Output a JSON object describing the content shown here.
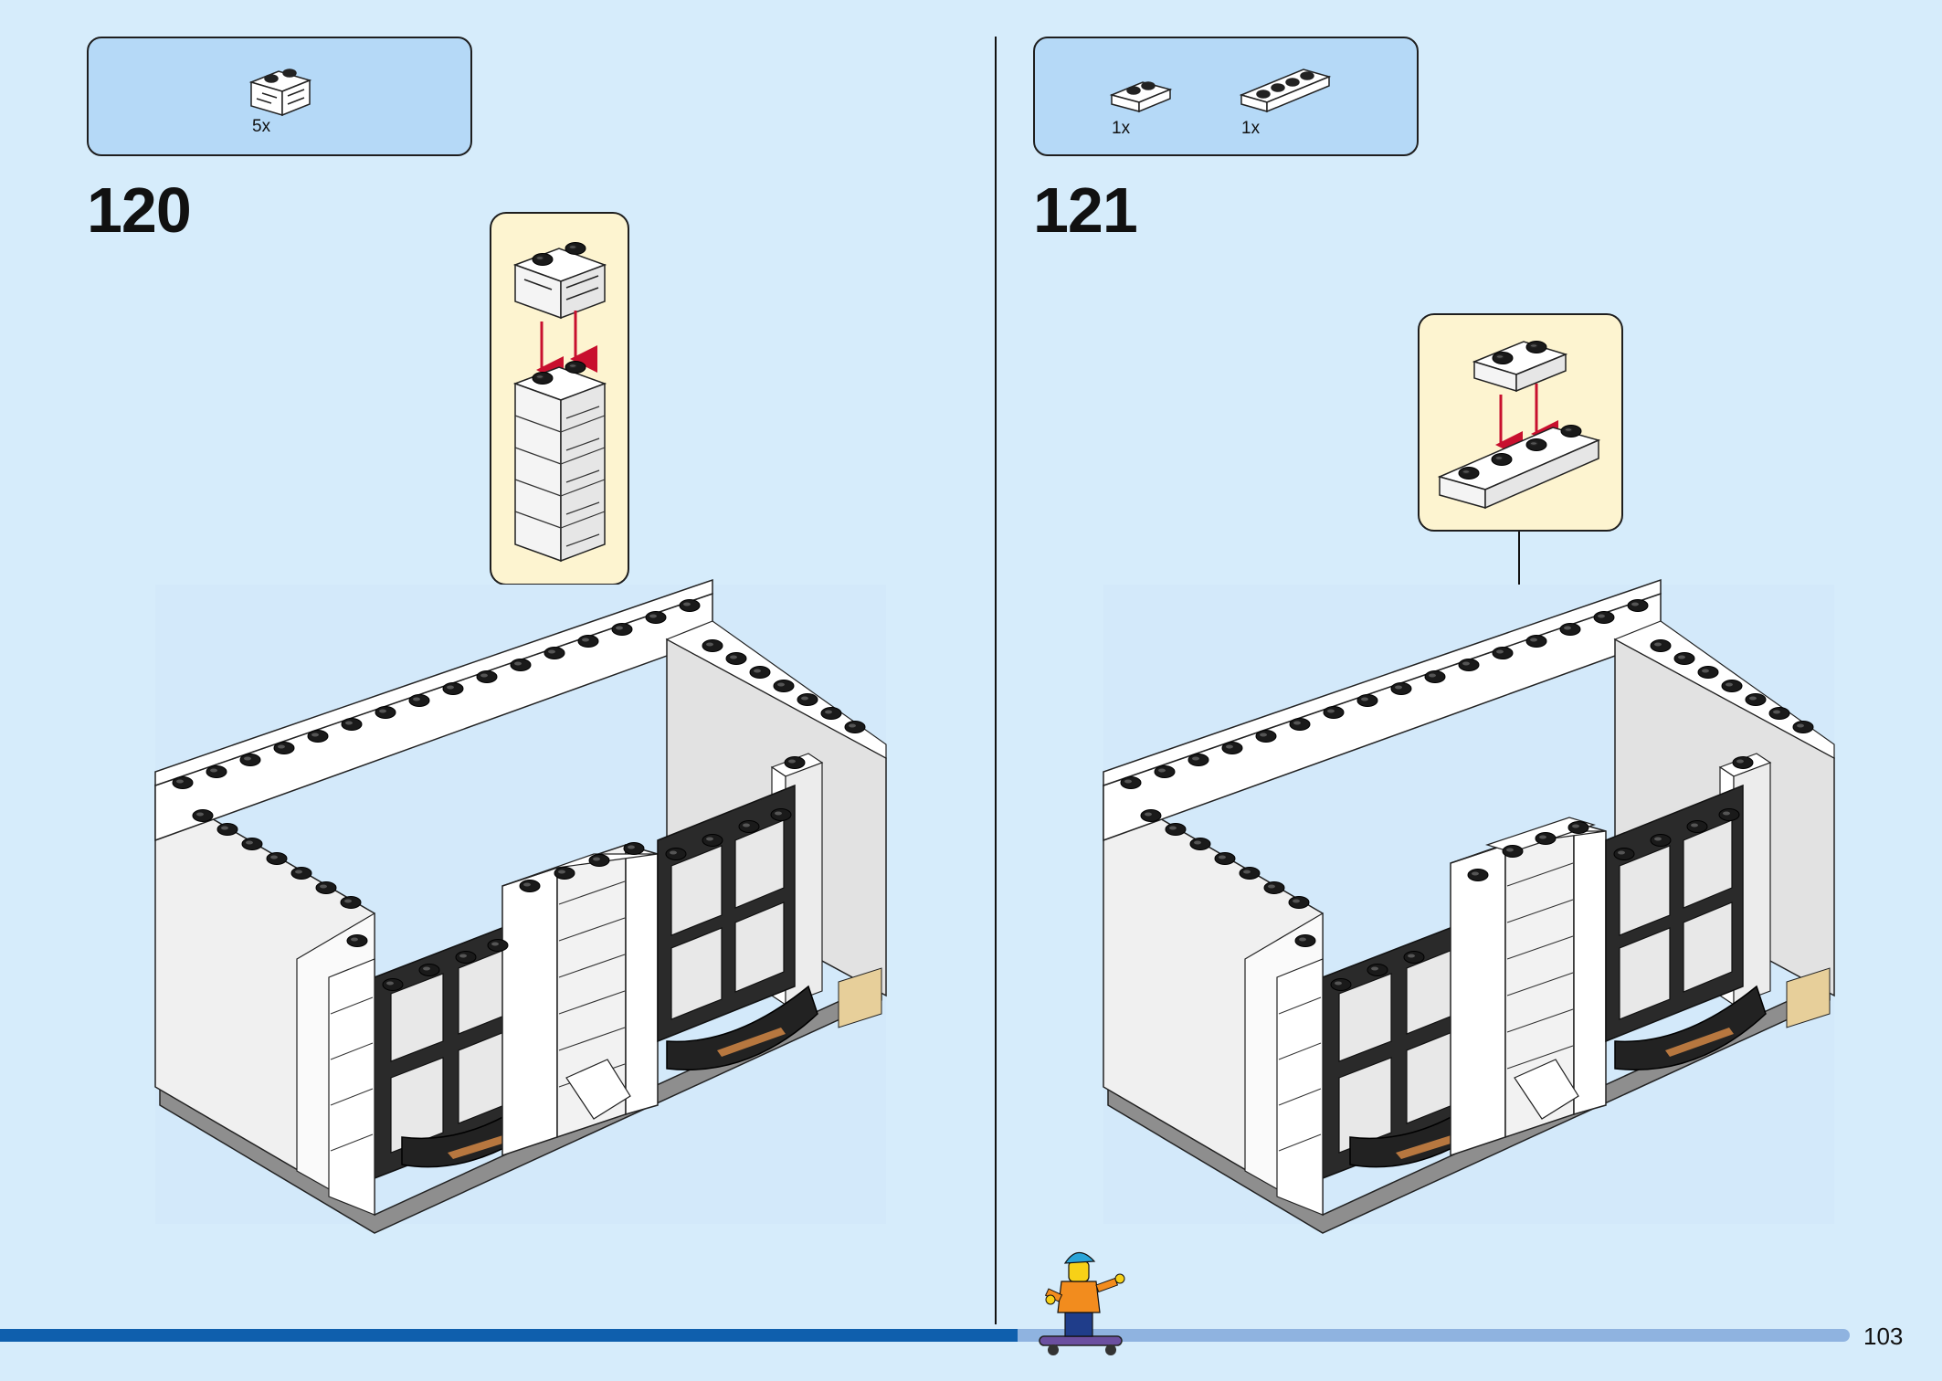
{
  "steps": [
    {
      "number": "120",
      "parts": [
        {
          "qty": "5x",
          "part": "brick-1x2-masonry-white"
        }
      ]
    },
    {
      "number": "121",
      "parts": [
        {
          "qty": "1x",
          "part": "plate-1x2-white"
        },
        {
          "qty": "1x",
          "part": "plate-1x4-white"
        }
      ]
    }
  ],
  "page_number": "103",
  "progress": {
    "fraction": 0.55
  },
  "colors": {
    "background": "#d6ecfb",
    "parts_box": "#b5d9f7",
    "callout": "#fdf4d0",
    "arrow": "#c8102e",
    "progress_done": "#0f5fad",
    "progress_todo": "#8fb3e0"
  }
}
